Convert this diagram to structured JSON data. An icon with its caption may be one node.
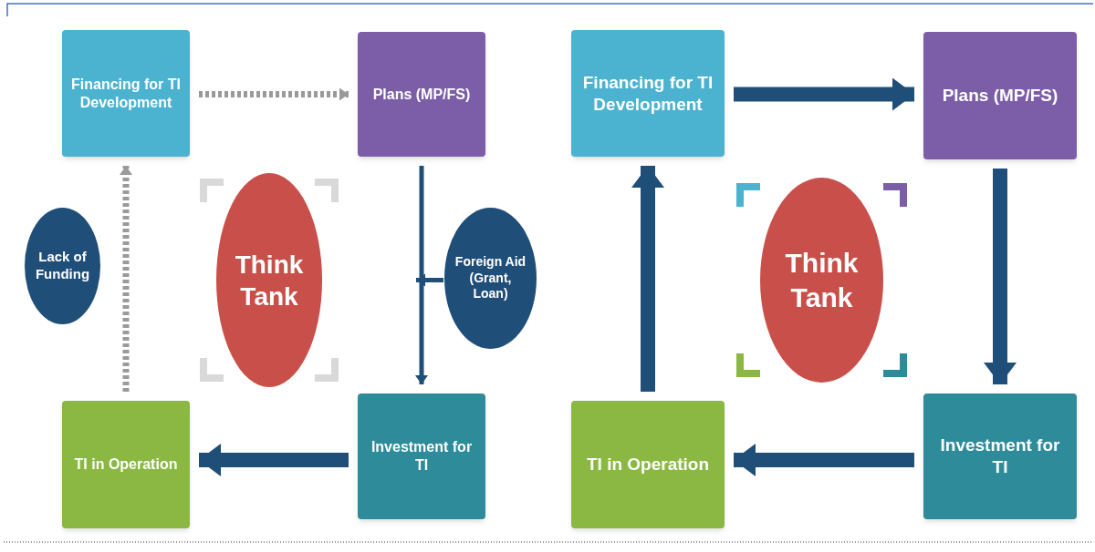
{
  "diagram": {
    "nodes": [
      {
        "text": [
          "Financing for TI Development"
        ]
      },
      {
        "text": [
          "Plans (MP/FS)"
        ]
      },
      {
        "text": [
          "Think Tank"
        ]
      },
      {
        "text": [
          "Lack of Funding"
        ]
      },
      {
        "text": [
          "Foreign Aid (Grant, Loan)"
        ]
      },
      {
        "text": [
          "TI in Operation"
        ]
      },
      {
        "text": [
          "Investment for TI"
        ]
      },
      {
        "text": [
          "Financing for TI Development"
        ]
      },
      {
        "text": [
          "Plans (MP/FS)"
        ]
      },
      {
        "text": [
          "Think Tank"
        ]
      },
      {
        "text": [
          "TI in Operation"
        ]
      },
      {
        "text": [
          "Investment for TI"
        ]
      }
    ],
    "edges": [
      {
        "from": 0,
        "to": 1,
        "arrow": "to",
        "style": "dashed",
        "color": "#9a9a9a"
      },
      {
        "from": 1,
        "to": 6,
        "arrow": "to"
      },
      {
        "from": 4,
        "to": null,
        "arrow": "to"
      },
      {
        "from": 6,
        "to": 5,
        "arrow": "to"
      },
      {
        "from": 5,
        "to": 0,
        "arrow": "to",
        "style": "dashed",
        "color": "#9a9a9a"
      },
      {
        "from": 7,
        "to": 8,
        "arrow": "to"
      },
      {
        "from": 8,
        "to": 11,
        "arrow": "to"
      },
      {
        "from": 11,
        "to": 10,
        "arrow": "to"
      },
      {
        "from": 10,
        "to": 7,
        "arrow": "to"
      }
    ]
  }
}
